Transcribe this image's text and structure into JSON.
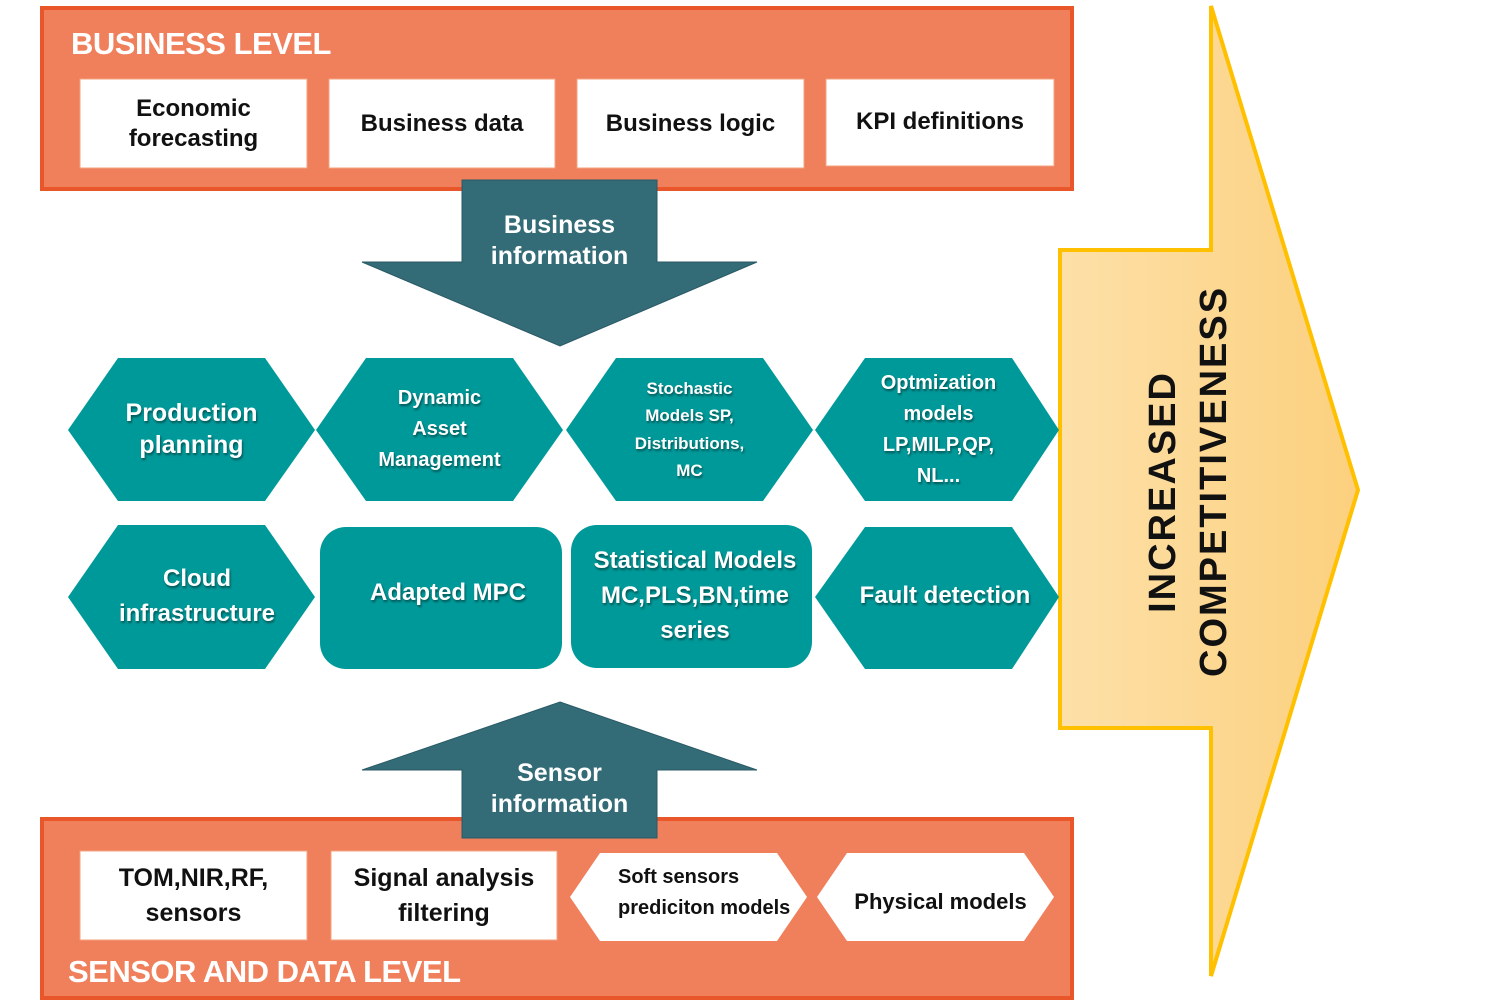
{
  "colors": {
    "level_fill": "#f07f5c",
    "level_border": "#e8562a",
    "teal": "#009999",
    "arrow_dark": "#336b77",
    "gold_fill": "#fdd58a",
    "gold_border": "#ffc000"
  },
  "business_level": {
    "title": "BUSINESS LEVEL",
    "boxes": [
      {
        "line1": "Economic",
        "line2": "forecasting"
      },
      {
        "line1": "Business data",
        "line2": ""
      },
      {
        "line1": "Business logic",
        "line2": ""
      },
      {
        "line1": "KPI definitions",
        "line2": ""
      }
    ]
  },
  "down_arrow": {
    "line1": "Business",
    "line2": "information"
  },
  "middle_row1": [
    {
      "lines": [
        "Production",
        "planning"
      ]
    },
    {
      "lines": [
        "Dynamic",
        "Asset",
        "Management"
      ]
    },
    {
      "lines": [
        "Stochastic",
        "Models SP,",
        "Distributions,",
        "MC"
      ]
    },
    {
      "lines": [
        "Optmization",
        "models",
        "LP,MILP,QP,",
        "NL..."
      ]
    }
  ],
  "middle_row2": [
    {
      "lines": [
        "Cloud",
        "infrastructure"
      ]
    },
    {
      "lines": [
        "Adapted MPC"
      ]
    },
    {
      "lines": [
        "Statistical Models",
        "MC,PLS,BN,time",
        "series"
      ]
    },
    {
      "lines": [
        "Fault detection"
      ]
    }
  ],
  "up_arrow": {
    "line1": "Sensor",
    "line2": "information"
  },
  "sensor_level": {
    "title": "SENSOR AND DATA LEVEL",
    "boxes": [
      {
        "line1": "TOM,NIR,RF,",
        "line2": "sensors"
      },
      {
        "line1": "Signal analysis",
        "line2": "filtering"
      },
      {
        "line1": "Soft sensors",
        "line2": "prediciton models"
      },
      {
        "line1": "Physical models",
        "line2": ""
      }
    ]
  },
  "big_arrow": {
    "line1": "INCREASED",
    "line2": "COMPETITIVENESS"
  }
}
